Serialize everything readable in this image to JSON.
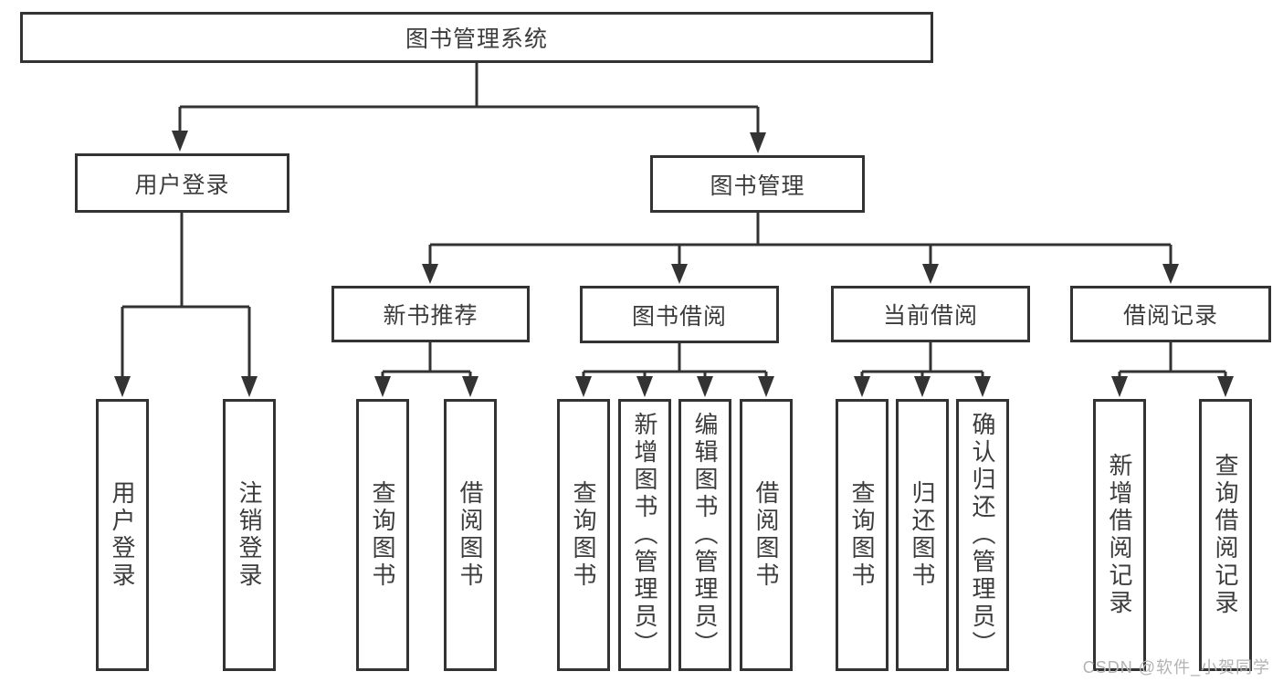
{
  "tree": {
    "label": "图书管理系统",
    "children": [
      {
        "label": "用户登录",
        "children": [
          {
            "label": "用户登录"
          },
          {
            "label": "注销登录"
          }
        ]
      },
      {
        "label": "图书管理",
        "children": [
          {
            "label": "新书推荐",
            "children": [
              {
                "label": "查询图书"
              },
              {
                "label": "借阅图书"
              }
            ]
          },
          {
            "label": "图书借阅",
            "children": [
              {
                "label": "查询图书"
              },
              {
                "label": "新增图书（管理员）"
              },
              {
                "label": "编辑图书（管理员）"
              },
              {
                "label": "借阅图书"
              }
            ]
          },
          {
            "label": "当前借阅",
            "children": [
              {
                "label": "查询图书"
              },
              {
                "label": "归还图书"
              },
              {
                "label": "确认归还（管理员）"
              }
            ]
          },
          {
            "label": "借阅记录",
            "children": [
              {
                "label": "新增借阅记录"
              },
              {
                "label": "查询借阅记录"
              }
            ]
          }
        ]
      }
    ]
  },
  "watermark": {
    "text": "CSDN @软件_小贺同学"
  },
  "colors": {
    "line": "#333333",
    "border": "#333333",
    "text": "#3c3c3c",
    "background": "#ffffff",
    "watermark": "#b3b3b3"
  }
}
